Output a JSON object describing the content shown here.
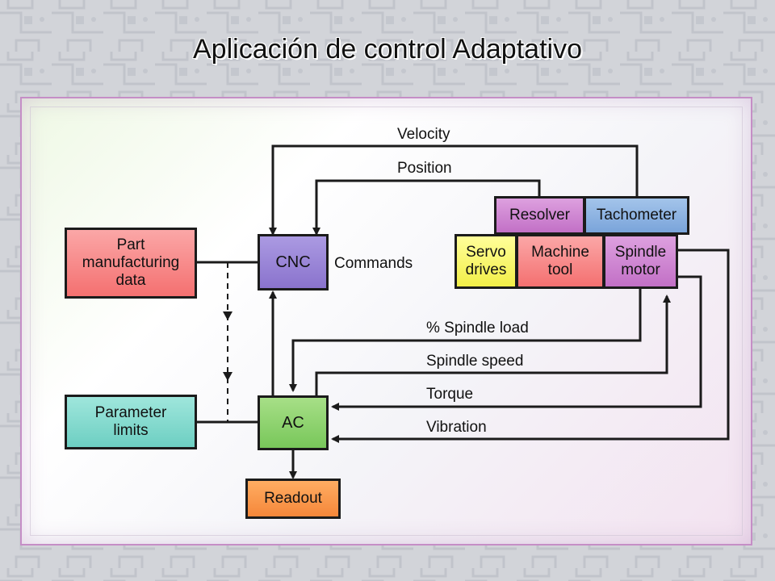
{
  "slide": {
    "title": "Aplicación de control Adaptativo"
  },
  "blocks": {
    "part_data": "Part\nmanufacturing\ndata",
    "cnc": "CNC",
    "parameter_limits": "Parameter\nlimits",
    "ac": "AC",
    "readout": "Readout",
    "resolver": "Resolver",
    "tachometer": "Tachometer",
    "servo_drives": "Servo\ndrives",
    "machine_tool": "Machine\ntool",
    "spindle_motor": "Spindle\nmotor"
  },
  "signals": {
    "velocity": "Velocity",
    "position": "Position",
    "commands": "Commands",
    "spindle_load": "% Spindle load",
    "spindle_speed": "Spindle speed",
    "torque": "Torque",
    "vibration": "Vibration"
  },
  "colors": {
    "red": "#f47070",
    "purple": "#8a73cd",
    "teal": "#6dcfc2",
    "green": "#78c75a",
    "orange": "#f5873a",
    "yellow": "#f2ef48",
    "magenta": "#c270c6",
    "blue": "#7aa4da",
    "line": "#1b1b1b"
  }
}
